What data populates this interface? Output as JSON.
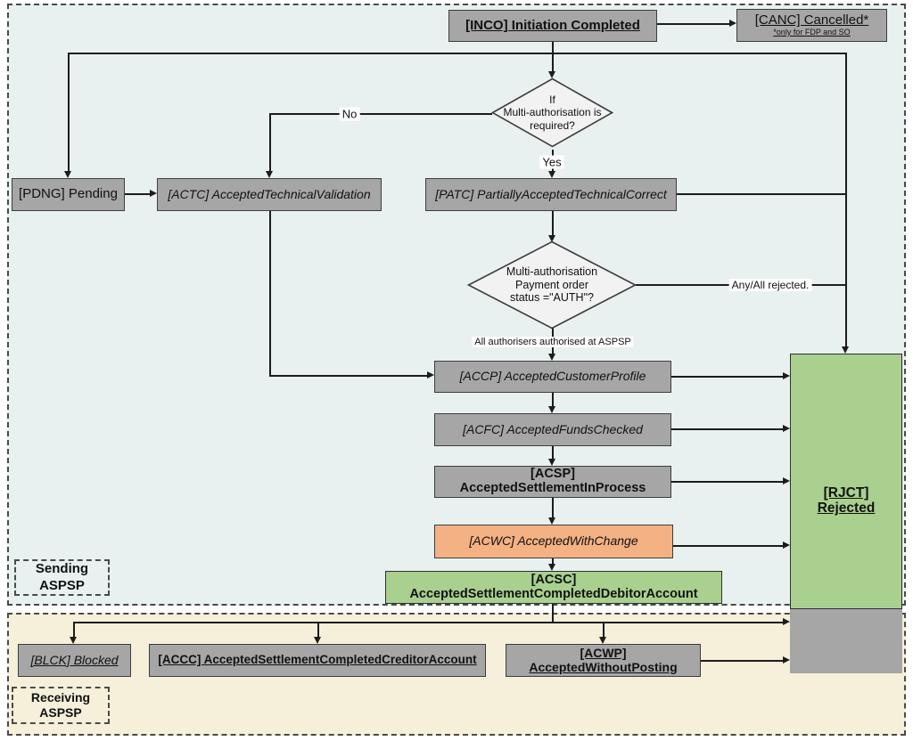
{
  "regions": {
    "sending_label": "Sending ASPSP",
    "receiving_label_line1": "Receiving",
    "receiving_label_line2": "ASPSP"
  },
  "nodes": {
    "inco": {
      "label": "[INCO] Initiation Completed"
    },
    "canc": {
      "label": "[CANC] Cancelled*",
      "note": "*only for FDP and SO"
    },
    "pdng": {
      "label": "[PDNG] Pending"
    },
    "actc": {
      "label": "[ACTC] AcceptedTechnicalValidation"
    },
    "patc": {
      "label": "[PATC] PartiallyAcceptedTechnicalCorrect"
    },
    "accp": {
      "label": "[ACCP] AcceptedCustomerProfile"
    },
    "acfc": {
      "label": "[ACFC] AcceptedFundsChecked"
    },
    "acsp": {
      "label": "[ACSP] AcceptedSettlementInProcess"
    },
    "acwc": {
      "label": "[ACWC] AcceptedWithChange"
    },
    "acsc": {
      "label": "[ACSC] AcceptedSettlementCompletedDebitorAccount"
    },
    "rjct": {
      "label": "[RJCT] Rejected"
    },
    "blck": {
      "label": "[BLCK] Blocked"
    },
    "accc": {
      "label": "[ACCC] AcceptedSettlementCompletedCreditorAccount"
    },
    "acwp": {
      "label": "[ACWP] AcceptedWithoutPosting"
    }
  },
  "decisions": {
    "d1": {
      "line1": "If",
      "line2": "Multi-authorisation is",
      "line3": "required?"
    },
    "d2": {
      "line1": "Multi-authorisation",
      "line2": "Payment order",
      "line3": "status =\"AUTH\"?"
    }
  },
  "edge_labels": {
    "no": "No",
    "yes": "Yes",
    "any_all_rejected": "Any/All rejected.",
    "all_authorisers": "All authorisers authorised at ASPSP"
  },
  "colors": {
    "gray_fill": "#a6a6a6",
    "green_fill": "#a9d08e",
    "orange_fill": "#f4b183",
    "sending_bg": "#e8f1f0",
    "receiving_bg": "#f6f0da",
    "diamond_fill": "#f2f2f2",
    "line": "#1c1c1c"
  }
}
